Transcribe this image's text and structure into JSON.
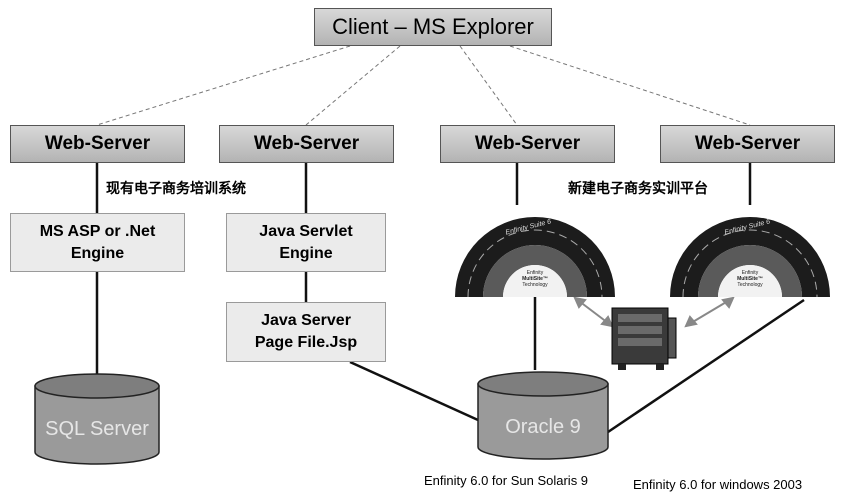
{
  "client": {
    "label": "Client – MS Explorer"
  },
  "web_servers": [
    {
      "label": "Web-Server"
    },
    {
      "label": "Web-Server"
    },
    {
      "label": "Web-Server"
    },
    {
      "label": "Web-Server"
    }
  ],
  "annotations": {
    "existing_system": "现有电子商务培训系统",
    "new_platform": "新建电子商务实训平台"
  },
  "engines": {
    "asp": {
      "line1": "MS ASP or .Net",
      "line2": "Engine"
    },
    "servlet": {
      "line1": "Java Servlet",
      "line2": "Engine"
    },
    "jsp": {
      "line1": "Java Server",
      "line2": "Page File.Jsp"
    }
  },
  "suites": [
    {
      "title": "Enfinity Suite 6",
      "tech_line1": "Enfinity",
      "tech_line2": "MultiSite™",
      "tech_line3": "Technology"
    },
    {
      "title": "Enfinity Suite 6",
      "tech_line1": "Enfinity",
      "tech_line2": "MultiSite™",
      "tech_line3": "Technology"
    }
  ],
  "databases": {
    "sql": {
      "label": "SQL Server"
    },
    "oracle": {
      "label": "Oracle 9"
    }
  },
  "captions": {
    "solaris": "Enfinity 6.0 for Sun Solaris 9",
    "windows": "Enfinity 6.0 for windows 2003"
  },
  "colors": {
    "box_dark": "#c4c4c4",
    "box_light": "#ebebeb",
    "db": "#9a9a9a",
    "line": "#111111"
  }
}
